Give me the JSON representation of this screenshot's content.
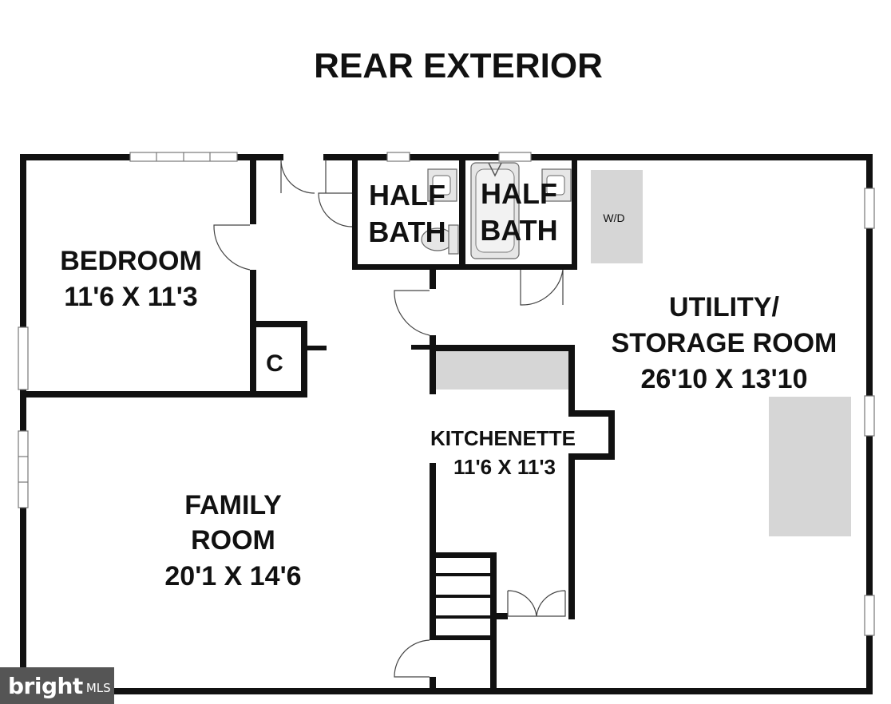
{
  "title": "REAR EXTERIOR",
  "rooms": {
    "half_bath_1": {
      "line1": "HALF",
      "line2": "BATH"
    },
    "half_bath_2": {
      "line1": "HALF",
      "line2": "BATH"
    },
    "bedroom": {
      "name": "BEDROOM",
      "size": "11'6 X 11'3"
    },
    "closet": {
      "name": "C"
    },
    "utility": {
      "line1": "UTILITY/",
      "line2": "STORAGE ROOM",
      "size": "26'10 X 13'10"
    },
    "kitchenette": {
      "name": "KITCHENETTE",
      "size": "11'6 X 11'3"
    },
    "family": {
      "line1": "FAMILY",
      "line2": "ROOM",
      "size": "20'1 X 14'6"
    }
  },
  "fixtures": {
    "washer_dryer": "W/D"
  },
  "watermark": {
    "brand": "bright",
    "suffix": "MLS"
  }
}
